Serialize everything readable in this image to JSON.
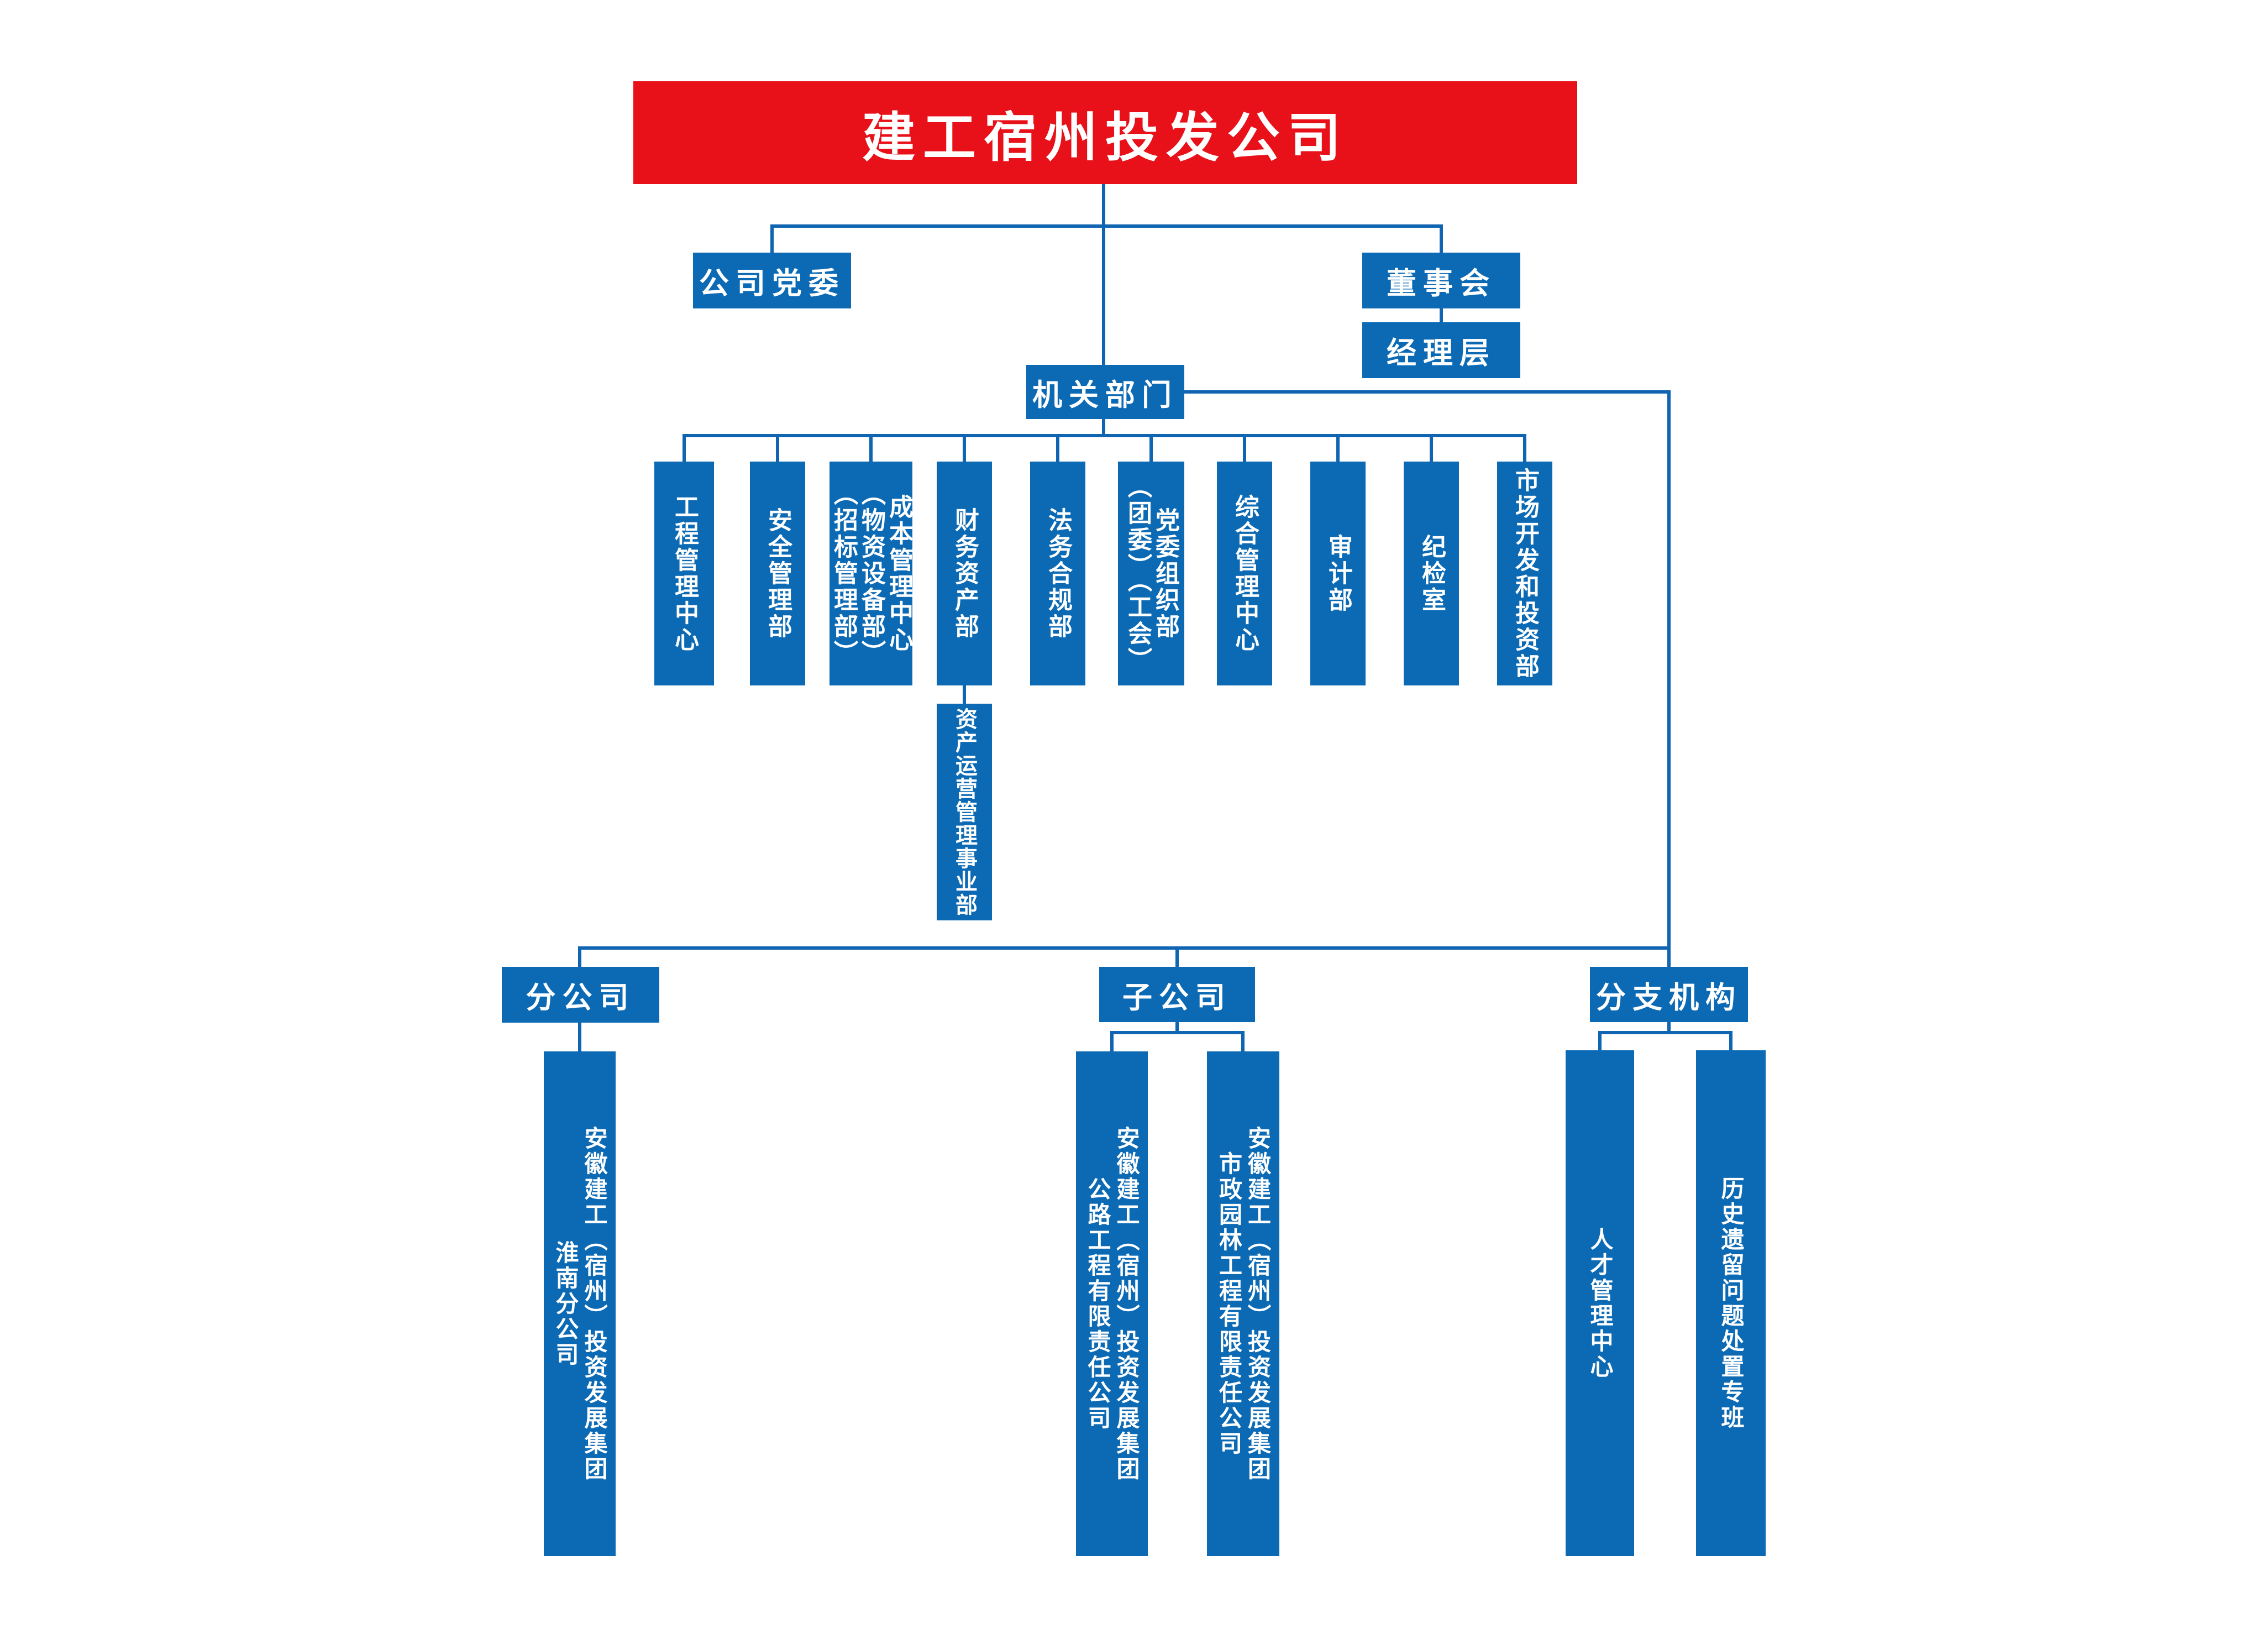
{
  "title": "建工宿州投发公司",
  "top_nodes": {
    "party_committee": "公司党委",
    "board": "董事会",
    "management": "经理层",
    "hq_departments": "机关部门"
  },
  "departments": [
    "工程管理中心",
    "安全管理部",
    "成本管理中心\n（物资设备部）\n（招标管理部）",
    "财务资产部",
    "法务合规部",
    "党委组织部\n（团委）（工会）",
    "综合管理中心",
    "审计部",
    "纪检室",
    "市场开发和投资部"
  ],
  "asset_division": "资产运营管理事业部",
  "branch_groups": {
    "branch": "分公司",
    "subsidiary": "子公司",
    "affiliates": "分支机构"
  },
  "branch_companies": [
    "安徽建工（宿州）投资发展集团\n淮南分公司"
  ],
  "subsidiary_companies": [
    "安徽建工（宿州）投资发展集团\n公路工程有限责任公司",
    "安徽建工（宿州）投资发展集团\n市政园林工程有限责任公司"
  ],
  "affiliate_units": [
    "人才管理中心",
    "历史遗留问题处置专班"
  ],
  "colors": {
    "node_blue": "#0c6ab5",
    "line_blue": "#1065b2",
    "banner_red": "#e8111a",
    "text_white": "#ffffff"
  }
}
